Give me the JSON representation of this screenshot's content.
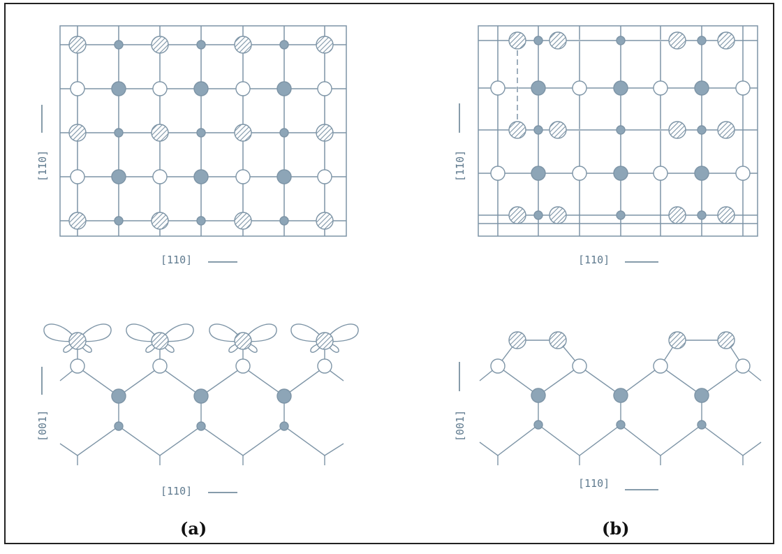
{
  "figure": {
    "panels": [
      {
        "label": "(a)",
        "top_view": {
          "x_axis": "[110]",
          "y_axis": "[1̄10]"
        },
        "side_view": {
          "x_axis": "[110]",
          "y_axis": "[001]"
        }
      },
      {
        "label": "(b)",
        "top_view": {
          "x_axis": "[110]",
          "y_axis": "[1̄10]"
        },
        "side_view": {
          "x_axis": "[110]",
          "y_axis": "[001]"
        }
      }
    ],
    "atom_styles": {
      "surface_atom": "hatched",
      "second_layer": "open",
      "deeper_layer_large": "filled",
      "deeper_layer_small": "filled"
    },
    "colors": {
      "line": "#7d94a6",
      "atom_fill": "#8da5b7",
      "frame": "#222222",
      "text": "#5f7a8e"
    }
  }
}
